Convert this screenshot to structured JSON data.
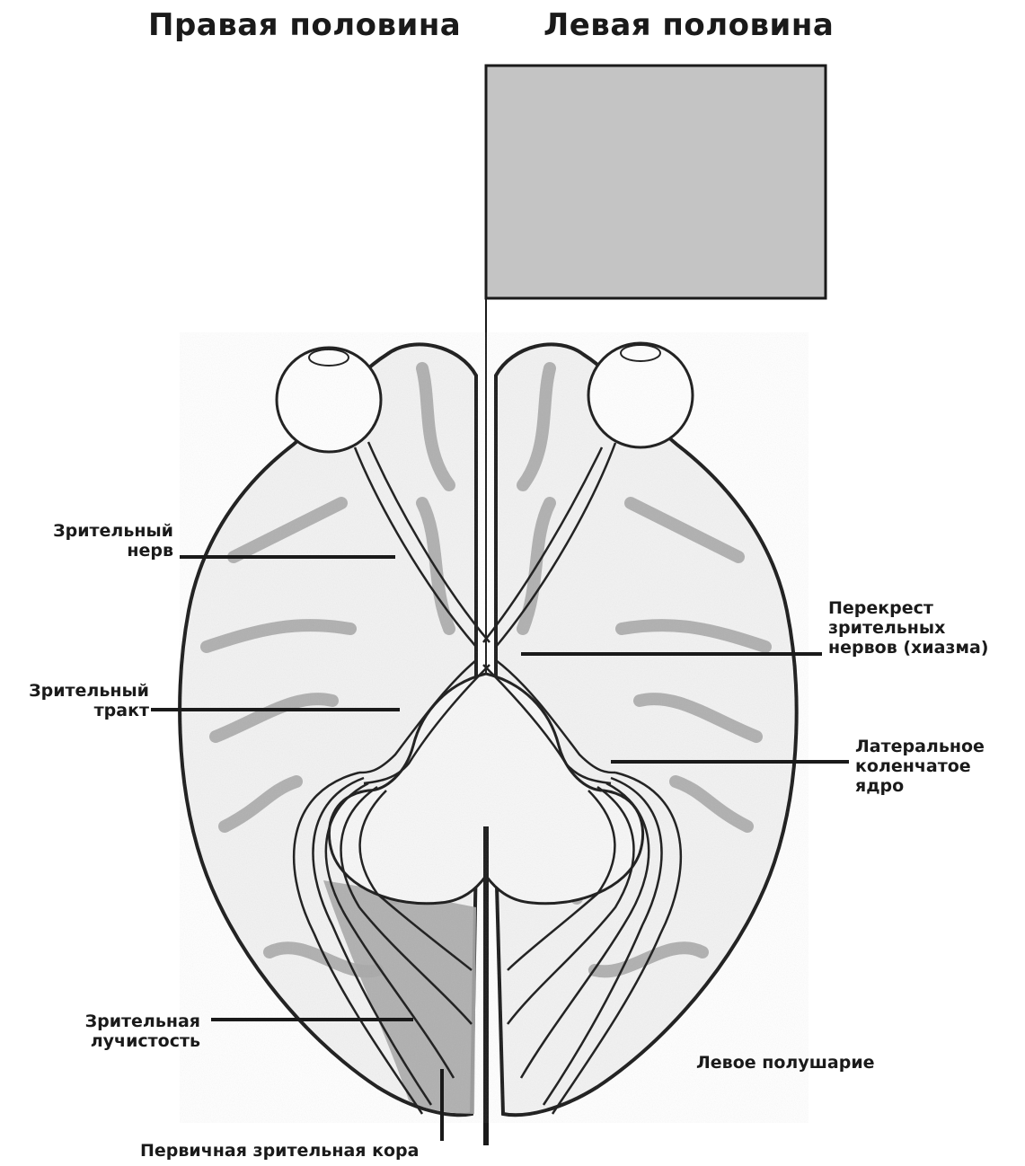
{
  "headers": {
    "right_half": "Правая половина",
    "left_half": "Левая половина"
  },
  "labels": {
    "optic_nerve": [
      "Зрительный",
      "нерв"
    ],
    "optic_chiasm": [
      "Перекрест",
      "зрительных",
      "нервов (хиазма)"
    ],
    "optic_tract": [
      "Зрительный",
      "тракт"
    ],
    "lateral_geniculate": [
      "Латеральное",
      "коленчатое",
      "ядро"
    ],
    "optic_radiation": [
      "Зрительная",
      "лучистость"
    ],
    "left_hemisphere": "Левое полушарие",
    "primary_visual_cortex": "Первичная зрительная кора"
  },
  "colors": {
    "visual_field_fill": "#c4c4c4",
    "cortex_shade": "#a8a8a8",
    "outline": "#1a1a1a"
  }
}
